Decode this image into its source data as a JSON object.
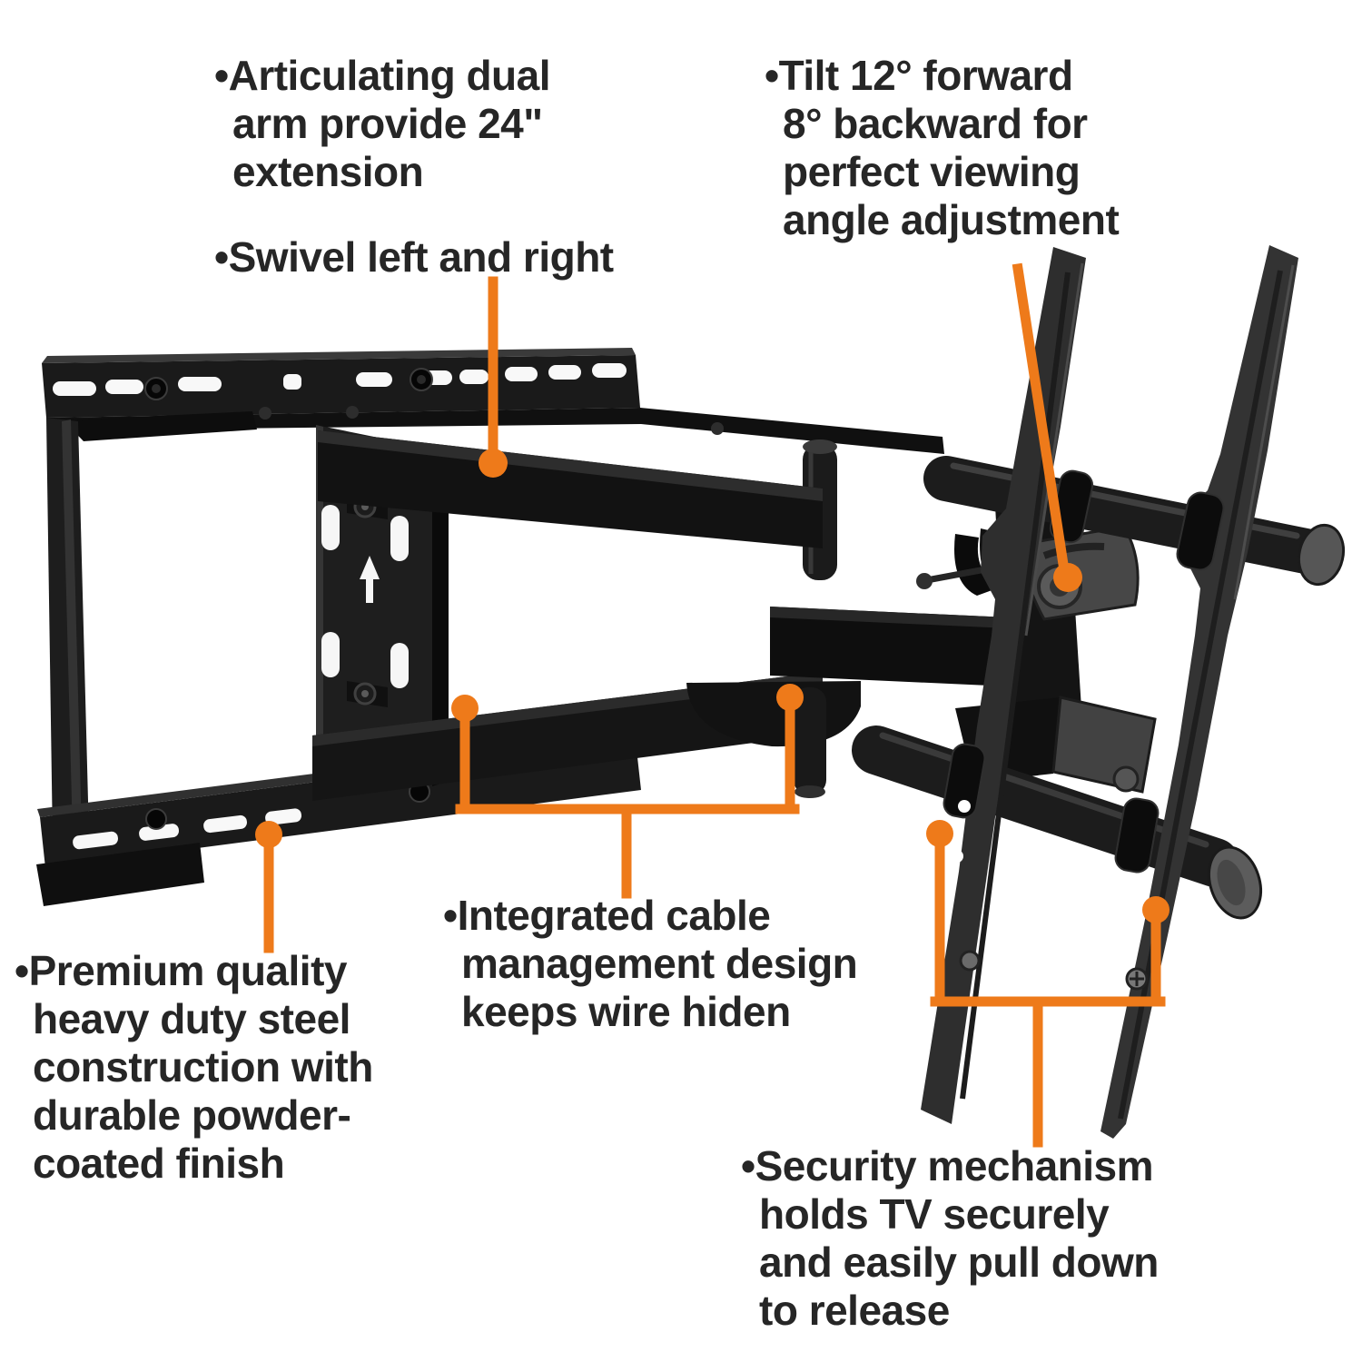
{
  "colors": {
    "accent": "#ee7a1a",
    "text": "#262626",
    "background": "#ffffff",
    "product_dark": "#1a1a1a"
  },
  "annotations": {
    "articulating": {
      "lines": [
        "•Articulating dual",
        "arm provide 24\"",
        "extension"
      ]
    },
    "swivel": {
      "lines": [
        "•Swivel left and right"
      ]
    },
    "tilt": {
      "lines": [
        "•Tilt 12° forward",
        "8° backward for",
        "perfect viewing",
        "angle adjustment"
      ]
    },
    "premium": {
      "lines": [
        "•Premium quality",
        "heavy duty steel",
        "construction with",
        "durable powder-",
        "coated finish"
      ]
    },
    "cable": {
      "lines": [
        "•Integrated cable",
        "management design",
        "keeps wire hiden"
      ]
    },
    "security": {
      "lines": [
        "•Security mechanism",
        "holds TV securely",
        "and easily pull down",
        "to release"
      ]
    }
  }
}
